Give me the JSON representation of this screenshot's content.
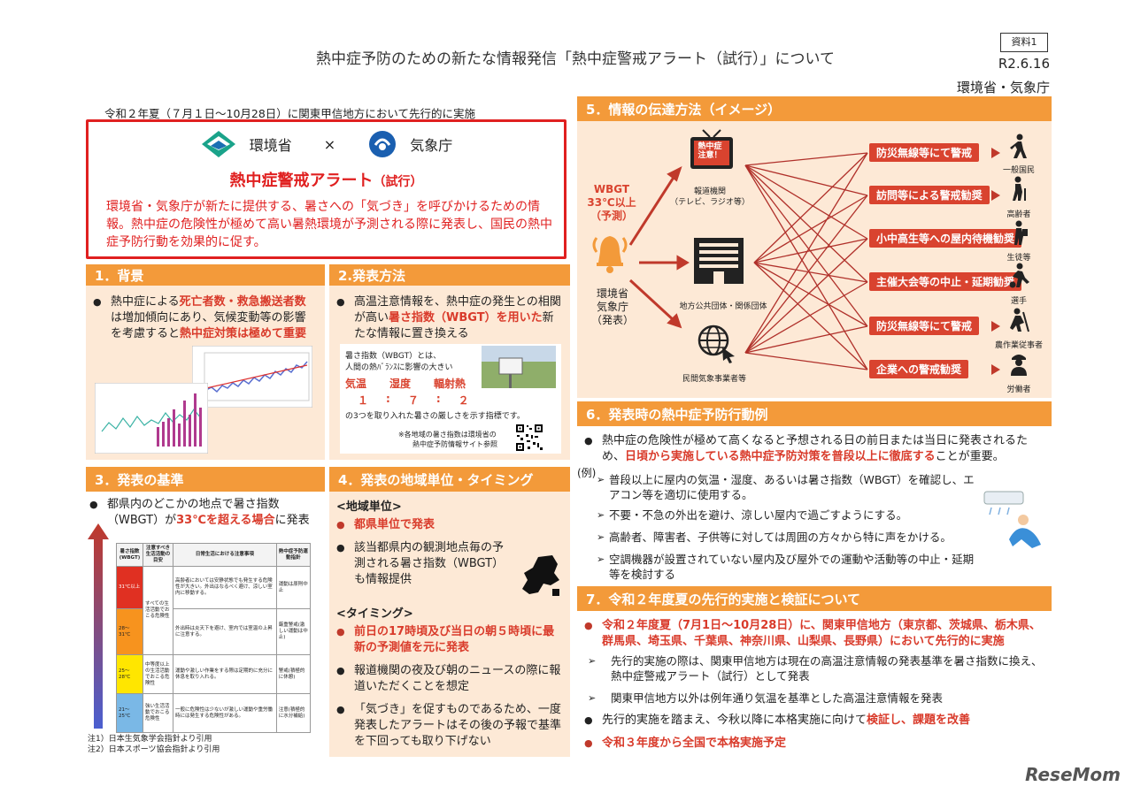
{
  "header": {
    "title": "熱中症予防のための新たな情報発信「熱中症警戒アラート（試行）」について",
    "doc_label": "資料1",
    "date": "R2.6.16",
    "org": "環境省・気象庁"
  },
  "subtitle": "令和２年夏（７月１日～10月28日）に関東甲信地方において先行的に実施",
  "alert": {
    "logo1": "環境省",
    "times": "×",
    "logo2": "気象庁",
    "title": "熱中症警戒アラート",
    "title_suffix": "（試行）",
    "desc": "環境省・気象庁が新たに提供する、暑さへの「気づき」を呼びかけるための情報。熱中症の危険性が極めて高い暑熱環境が予測される際に発表し、国民の熱中症予防行動を効果的に促す。"
  },
  "s1": {
    "header": "1．背景",
    "b1_a": "熱中症による",
    "b1_b": "死亡者数・救急搬送者数",
    "b1_c": "は増加傾向にあり、気候変動等の影響を考慮すると",
    "b1_d": "熱中症対策は極めて重要"
  },
  "s2": {
    "header": "2.発表方法",
    "b1_a": "高温注意情報を、熱中症の発生との相関が高い",
    "b1_b": "暑さ指数（WBGT）を用いた",
    "b1_c": "新たな情報に置き換える",
    "card_l1": "暑さ指数（WBGT）とは、",
    "card_l2": "人間の熱ﾊﾞﾗﾝｽに影響の大きい",
    "t1": "気温",
    "t2": "湿度",
    "t3": "輻射熱",
    "r1": "１",
    "r2": "７",
    "r3": "２",
    "colon": ":",
    "card_l3": "の3つを取り入れた暑さの厳しさを示す指標です。",
    "note1": "※各地域の暑さ指数は環境省の",
    "note2": "熱中症予防情報サイト参照"
  },
  "s3": {
    "header": "3．発表の基準",
    "b1_a": "都県内のどこかの地点で暑さ指数（WBGT）が",
    "b1_b": "33℃を超える場合",
    "b1_c": "に発表",
    "footnote1": "注1）日本生気象学会指針より引用",
    "footnote2": "注2）日本スポーツ協会指針より引用",
    "table": {
      "h1": "暑さ指数(WBGT)",
      "h2": "注意すべき生活活動の目安",
      "h3": "日常生活における注意事項",
      "h4": "熱中症予防運動指針",
      "rows": [
        {
          "level": "31℃以上",
          "activity": "すべての生活活動でおこる危険性",
          "daily": "高齢者においては安静状態でも発生する危険性が大きい。外出はなるべく避け、涼しい室内に移動する。",
          "sport": "運動は原則中止"
        },
        {
          "level": "28～31℃",
          "activity": "",
          "daily": "外出時は炎天下を避け、室内では室温の上昇に注意する。",
          "sport": "厳重警戒(激しい運動は中止)"
        },
        {
          "level": "25～28℃",
          "activity": "中等度以上の生活活動でおこる危険性",
          "daily": "運動や激しい作業をする際は定期的に充分に休息を取り入れる。",
          "sport": "警戒(積極的に休憩)"
        },
        {
          "level": "21～25℃",
          "activity": "強い生活活動でおこる危険性",
          "daily": "一般に危険性は少ないが激しい運動や重労働時には発生する危険性がある。",
          "sport": "注意(積極的に水分補給)"
        }
      ]
    }
  },
  "s4": {
    "header": "4．発表の地域単位・タイミング",
    "region_title": "<地域単位>",
    "r1": "都県単位",
    "r1_b": "で発表",
    "r2": "該当都県内の観測地点毎の予測される暑さ指数（WBGT）も情報提供",
    "timing_title": "<タイミング>",
    "t1_a": "前日の17時頃",
    "t1_b": "及び",
    "t1_c": "当日の朝５時頃",
    "t1_d": "に最新の",
    "t1_e": "予測値",
    "t1_f": "を元に発表",
    "t2": "報道機関の夜及び朝のニュースの際に報道いただくことを想定",
    "t3": "「気づき」を促すものであるため、一度発表したアラートはその後の予報で基準を下回っても取り下げない"
  },
  "s5": {
    "header": "5．情報の伝達方法（イメージ）",
    "wbgt": "WBGT\n33℃以上\n（予測）",
    "source": "環境省\n気象庁\n（発表）",
    "tv_text": "熱中症\n注意！",
    "media": "報道機関",
    "media_sub": "（テレビ、ラジオ等）",
    "local": "地方公共団体・関係団体",
    "private": "民間気象事業者等",
    "tags": [
      "防災無線等にて警戒",
      "訪問等による警戒勧奨",
      "小中高生等への屋内待機勧奨",
      "主催大会等の中止・延期勧奨",
      "防災無線等にて警戒",
      "企業への警戒勧奨"
    ],
    "targets": [
      "一般国民",
      "高齢者",
      "生徒等",
      "選手",
      "農作業従事者",
      "労働者"
    ]
  },
  "s6": {
    "header": "6．発表時の熱中症予防行動例",
    "b1_a": "熱中症の危険性が極めて高くなると予想される日の前日または当日に発表されるため、",
    "b1_b": "日頃から実施している熱中症予防対策を普段以上に徹底する",
    "b1_c": "ことが重要。",
    "example": "(例)",
    "items": [
      "普段以上に屋内の気温・湿度、あるいは暑さ指数（WBGT）を確認し、エアコン等を適切に使用する。",
      "不要・不急の外出を避け、涼しい屋内で過ごすようにする。",
      "高齢者、障害者、子供等に対しては周囲の方々から特に声をかける。",
      "空調機器が設置されていない屋内及び屋外での運動や活動等の中止・延期等を検討する"
    ]
  },
  "s7": {
    "header": "7．令和２年度夏の先行的実施と検証について",
    "b1_a": "令和２年度夏",
    "b1_b": "（7月1日～10月28日）に、",
    "b1_c": "関東甲信地方",
    "b1_d": "（東京都、茨城県、栃木県、群馬県、埼玉県、千葉県、神奈川県、山梨県、長野県）において",
    "b1_e": "先行的に実施",
    "sub1": "先行的実施の際は、関東甲信地方は現在の高温注意情報の発表基準を暑さ指数に換え、熱中症警戒アラート（試行）として発表",
    "sub2": "関東甲信地方以外は例年通り気温を基準とした高温注意情報を発表",
    "b2_a": "先行的実施を踏まえ、今秋以降に本格実施に向けて",
    "b2_b": "検証し、課題を改善",
    "b3_a": "令和３年度から全国で本格実施",
    "b3_b": "予定"
  },
  "watermark": "ReseMom",
  "colors": {
    "accent_orange": "#f39a3a",
    "alert_red": "#e02020",
    "panel_bg": "#fde9d6",
    "tag_red": "#d9432f"
  }
}
